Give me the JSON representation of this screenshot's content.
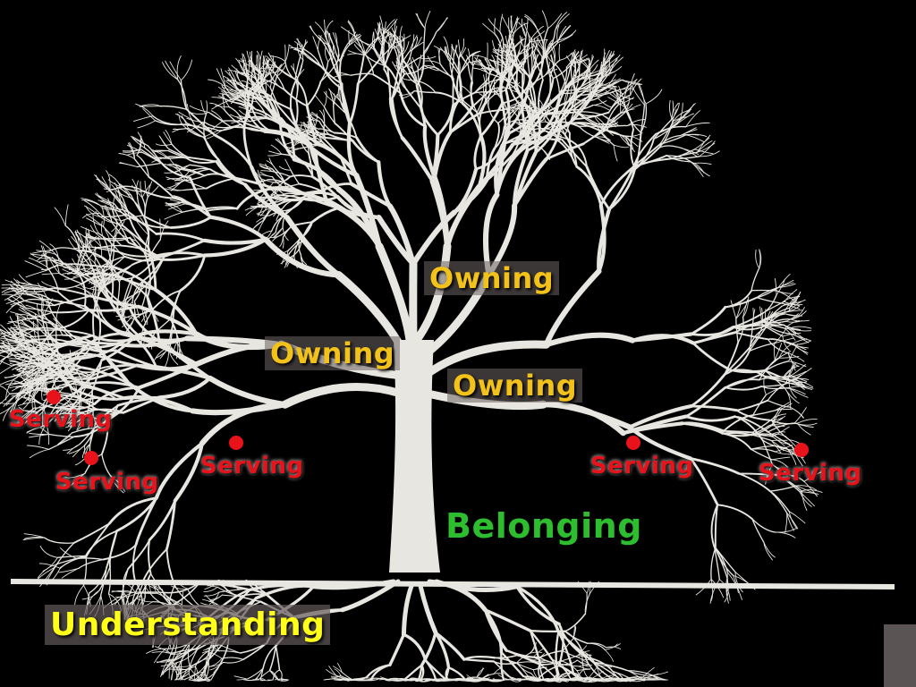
{
  "labels": {
    "owning_top": "Owning",
    "owning_left": "Owning",
    "owning_right": "Owning",
    "serving_1": "Serving",
    "serving_2": "Serving",
    "serving_3": "Serving",
    "serving_4": "Serving",
    "serving_5": "Serving",
    "belonging": "Belonging",
    "understanding": "Understanding"
  },
  "colors": {
    "background": "#000000",
    "tree": "#e8e6e0",
    "owning": "#f2c21b",
    "serving": "#e8121a",
    "belonging": "#2ebd2e",
    "understanding": "#ffff1a"
  }
}
